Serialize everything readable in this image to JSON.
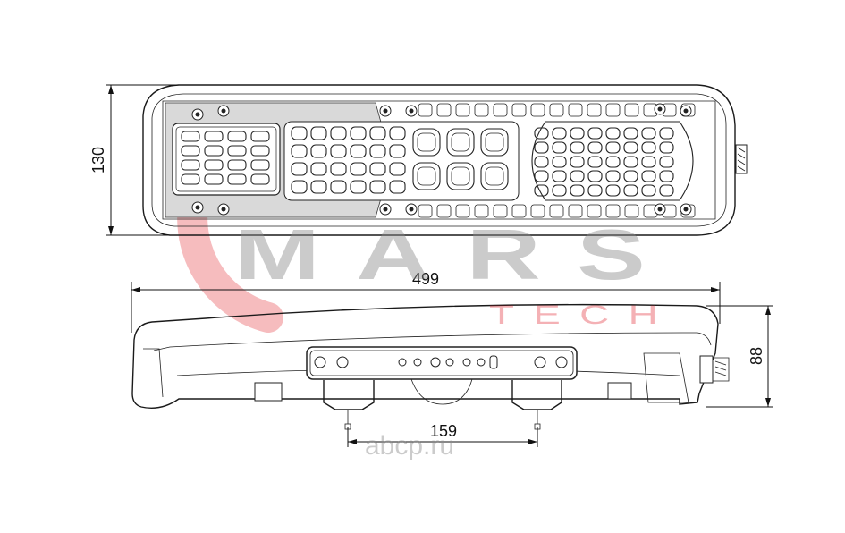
{
  "dimensions": {
    "height_front": "130",
    "length": "499",
    "height_side": "88",
    "mount_spacing": "159"
  },
  "watermark": {
    "brand_main": "MARS",
    "brand_sub": "TECH",
    "site": "аbср.ru",
    "colors": {
      "gray": "#8c8c8c",
      "red": "#e0202a"
    }
  }
}
